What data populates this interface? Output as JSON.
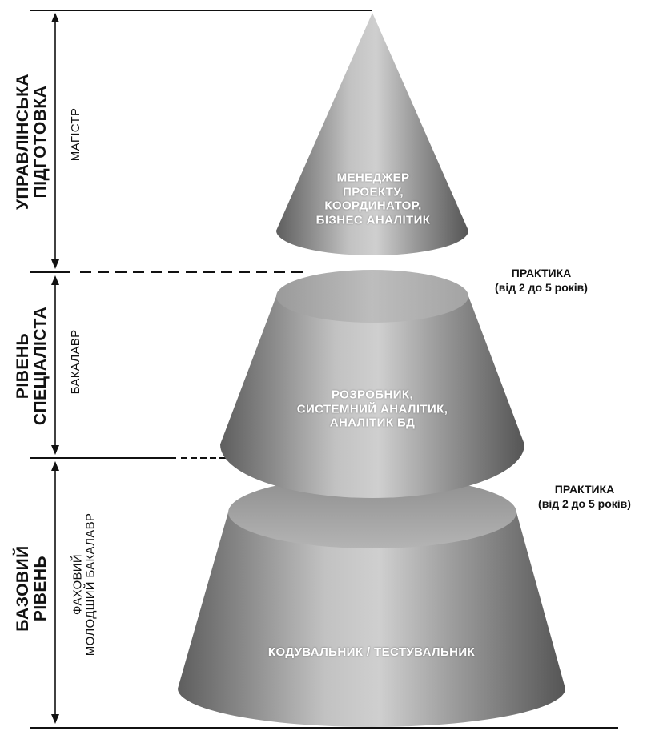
{
  "levels": {
    "management": {
      "title": "УПРАВЛІНСЬКА\nПІДГОТОВКА",
      "title_lines": [
        "УПРАВЛІНСЬКА",
        "ПІДГОТОВКА"
      ],
      "degree": "МАГІСТР"
    },
    "specialist": {
      "title_lines": [
        "РІВЕНЬ",
        "СПЕЦІАЛІСТА"
      ],
      "degree": "БАКАЛАВР"
    },
    "base": {
      "title_lines": [
        "БАЗОВИЙ",
        "РІВЕНЬ"
      ],
      "degree_lines": [
        "ФАХОВИЙ",
        "МОЛОДШИЙ БАКАЛАВР"
      ]
    }
  },
  "cones": {
    "top": {
      "lines": [
        "МЕНЕДЖЕР",
        "ПРОЕКТУ,",
        "КООРДИНАТОР,",
        "БІЗНЕС АНАЛІТИК"
      ]
    },
    "middle": {
      "lines": [
        "РОЗРОБНИК,",
        "СИСТЕМНИЙ АНАЛІТИК,",
        "АНАЛІТИК БД"
      ]
    },
    "bottom": {
      "lines": [
        "КОДУВАЛЬНИК / ТЕСТУВАЛЬНИК"
      ]
    }
  },
  "practice": [
    {
      "line1": "ПРАКТИКА",
      "line2": "(від 2 до 5 років)"
    },
    {
      "line1": "ПРАКТИКА",
      "line2": "(від 2 до 5 років)"
    }
  ]
}
